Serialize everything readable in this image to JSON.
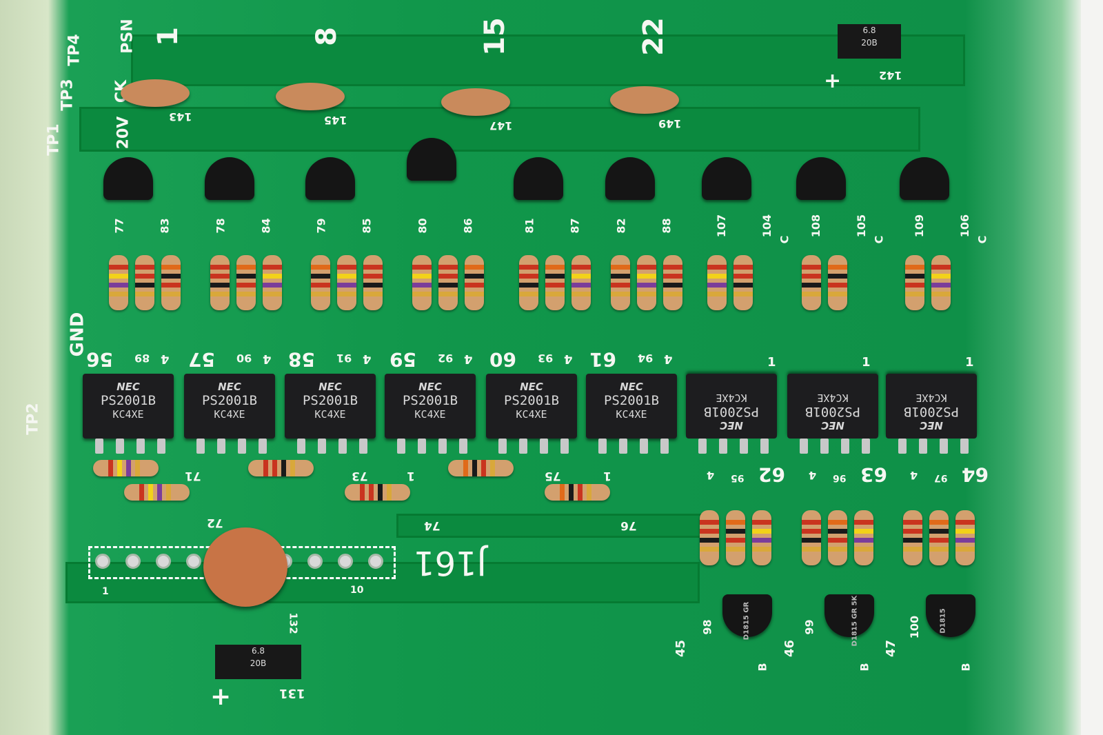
{
  "top_connector_numbers": [
    "1",
    "8",
    "15",
    "22"
  ],
  "test_points_top": {
    "tp1": "TP1",
    "tp3": "TP3",
    "tp4": "TP4",
    "v20": "20V",
    "ck": "CK",
    "psn": "PSN"
  },
  "top_capacitors": [
    "143",
    "145",
    "147",
    "149"
  ],
  "top_diode": {
    "ref": "142",
    "marking_1": "6.8",
    "marking_2": "20B",
    "polarity": "+"
  },
  "transistor_labels": [
    [
      "77",
      "83"
    ],
    [
      "78",
      "84"
    ],
    [
      "79",
      "85"
    ],
    [
      "80",
      "86"
    ],
    [
      "81",
      "87"
    ],
    [
      "82",
      "88"
    ],
    [
      "107",
      "104"
    ],
    [
      "108",
      "105"
    ],
    [
      "109",
      "106"
    ]
  ],
  "pin_letters": {
    "c": "C",
    "b": "B"
  },
  "resistor_row_labels": [
    [
      "56",
      "89",
      "4"
    ],
    [
      "57",
      "90",
      "4"
    ],
    [
      "58",
      "91",
      "4"
    ],
    [
      "59",
      "92",
      "4"
    ],
    [
      "60",
      "93",
      "4"
    ],
    [
      "61",
      "94",
      "4"
    ]
  ],
  "right_marks": [
    "1",
    "1",
    "1"
  ],
  "gnd_label": "GND",
  "tp2_label": "TP2",
  "chips": [
    {
      "brand": "NEC",
      "part": "PS2001B",
      "lot": "KC4XE"
    },
    {
      "brand": "NEC",
      "part": "PS2001B",
      "lot": "KC4XE"
    },
    {
      "brand": "NEC",
      "part": "PS2001B",
      "lot": "KC4XE"
    },
    {
      "brand": "NEC",
      "part": "PS2001B",
      "lot": "KC4XE"
    },
    {
      "brand": "NEC",
      "part": "PS2001B",
      "lot": "KC4XE"
    },
    {
      "brand": "NEC",
      "part": "PS2001B",
      "lot": "KC4XE"
    },
    {
      "brand": "NEC",
      "part": "PS2001B",
      "lot": "KC4XE"
    },
    {
      "brand": "NEC",
      "part": "PS2001B",
      "lot": "KC4XE"
    },
    {
      "brand": "NEC",
      "part": "PS2001B",
      "lot": "KC4XE"
    }
  ],
  "lower_resistor_labels": [
    "71",
    "72",
    "73",
    "74",
    "75",
    "76",
    "1",
    "1"
  ],
  "lower_right_labels": [
    [
      "4",
      "95",
      "62"
    ],
    [
      "4",
      "96",
      "63"
    ],
    [
      "4",
      "97",
      "64"
    ]
  ],
  "connector": {
    "name": "J161",
    "pin_first": "1",
    "pin_last": "10"
  },
  "bottom_cap_ref": "132",
  "bottom_diode": {
    "ref": "131",
    "marking_1": "6.8",
    "marking_2": "20B",
    "polarity": "+"
  },
  "bottom_transistor_labels": [
    [
      "98",
      "45"
    ],
    [
      "99",
      "46"
    ],
    [
      "100",
      "47"
    ]
  ],
  "bottom_transistor_markings": [
    "D1815 GR",
    "D1815 GR 5K",
    "D1815"
  ],
  "colors": {
    "board": "#11974b",
    "silk": "#f5f7f2",
    "chip": "#1d1d1f",
    "resistor": "#d3a06e"
  }
}
